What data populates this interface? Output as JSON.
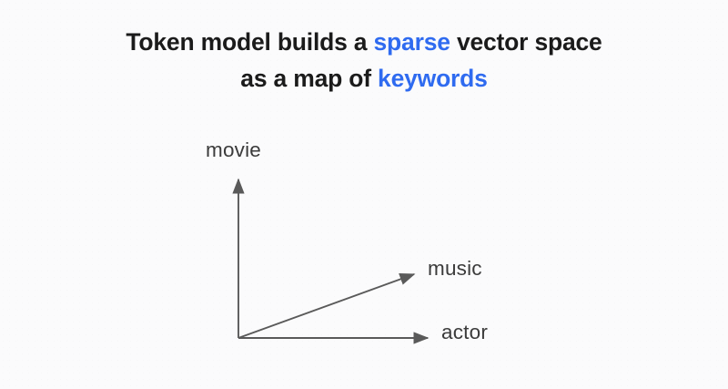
{
  "slide": {
    "background_color": "#fbfbfc",
    "title": {
      "line1_part1": "Token model builds a ",
      "line1_accent": "sparse",
      "line1_part2": " vector space",
      "line2_part1": "as a map of ",
      "line2_accent": "keywords",
      "accent_color": "#2f6bf0",
      "text_color": "#1b1b1b"
    },
    "diagram": {
      "type": "vector-space-axes",
      "axis_color": "#5a5a5a",
      "label_color": "#3b3b3b",
      "origin_label": "",
      "axes": [
        {
          "name": "y-axis",
          "label": "movie",
          "direction": "up"
        },
        {
          "name": "x-axis",
          "label": "actor",
          "direction": "right"
        },
        {
          "name": "diagonal-axis",
          "label": "music",
          "direction": "up-right"
        }
      ],
      "labels": {
        "movie": "movie",
        "music": "music",
        "actor": "actor"
      }
    }
  }
}
